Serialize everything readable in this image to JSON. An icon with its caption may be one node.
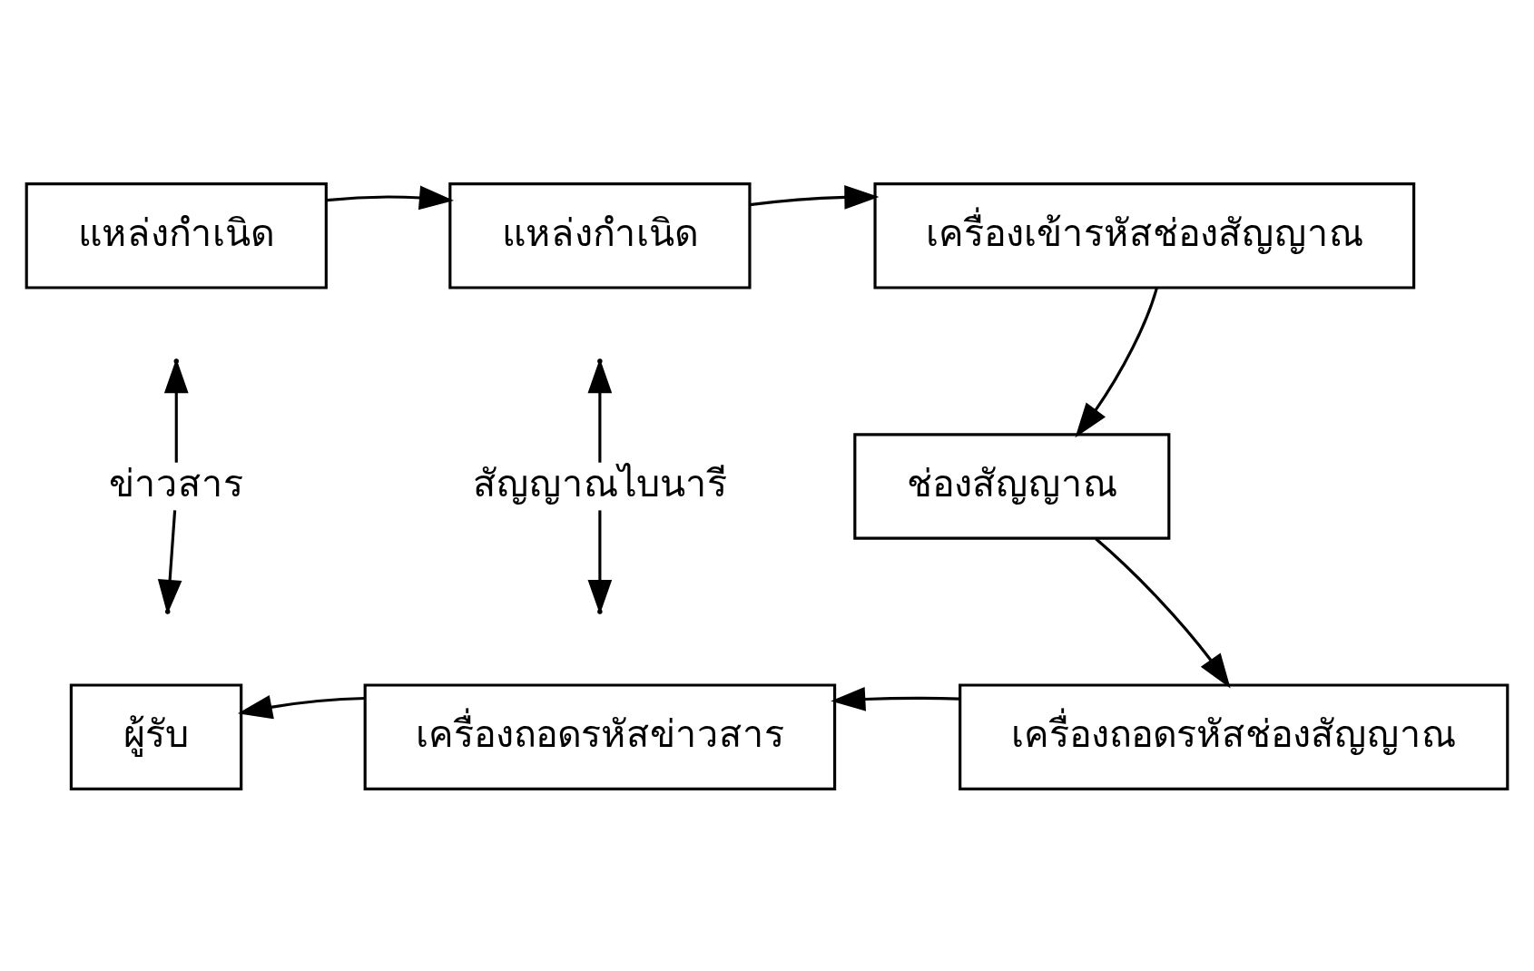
{
  "diagram": {
    "nodes": [
      {
        "text": [
          "แหล่งกำเนิด"
        ]
      },
      {
        "text": [
          "แหล่งกำเนิด"
        ]
      },
      {
        "text": [
          "เครื่องเข้ารหัสช่องสัญญาณ"
        ]
      },
      {
        "text": [
          "ช่องสัญญาณ"
        ]
      },
      {
        "text": [
          "เครื่องถอดรหัสช่องสัญญาณ"
        ]
      },
      {
        "text": [
          "เครื่องถอดรหัสข่าวสาร"
        ]
      },
      {
        "text": [
          "ผู้รับ"
        ]
      },
      {
        "text": [
          "ข่าวสาร"
        ]
      },
      {
        "text": [
          "สัญญาณไบนารี"
        ]
      }
    ],
    "edges": [
      {
        "from": 0,
        "to": 1,
        "arrow": "to"
      },
      {
        "from": 1,
        "to": 2,
        "arrow": "to"
      },
      {
        "from": 2,
        "to": 3,
        "arrow": "to"
      },
      {
        "from": 3,
        "to": 4,
        "arrow": "to"
      },
      {
        "from": 4,
        "to": 5,
        "arrow": "to"
      },
      {
        "from": 5,
        "to": 6,
        "arrow": "to"
      },
      {
        "from": 7,
        "to": null,
        "arrow": "to"
      },
      {
        "from": 7,
        "to": null,
        "arrow": "to"
      },
      {
        "from": 8,
        "to": null,
        "arrow": "to"
      },
      {
        "from": 8,
        "to": null,
        "arrow": "to"
      }
    ]
  }
}
